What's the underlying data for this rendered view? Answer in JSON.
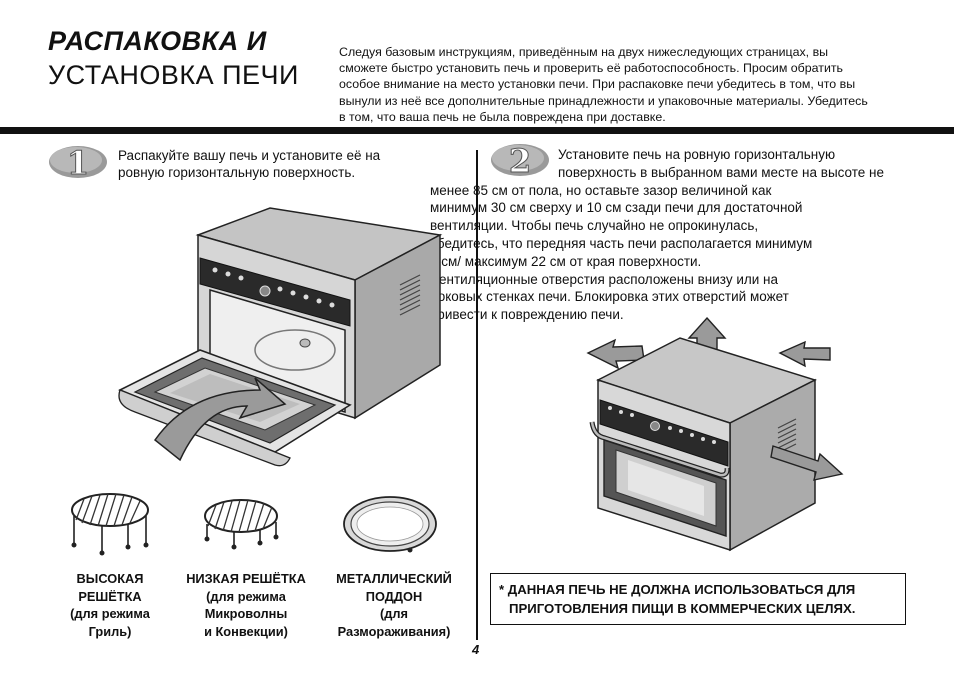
{
  "header": {
    "title_line1": "РАСПАКОВКА И",
    "title_line2": "УСТАНОВКА ПЕЧИ",
    "intro_lines": [
      "Следуя базовым инструкциям, приведённым на двух нижеследующих страницах, вы",
      "сможете быстро установить печь и проверить её работоспособность. Просим обратить",
      "особое внимание на место установки печи. При распаковке печи убедитесь в том, что вы",
      "вынули из неё все дополнительные принадлежности и упаковочные материалы. Убедитесь",
      "в том, что ваша печь не была повреждена при доставке."
    ]
  },
  "step1": {
    "number": "1",
    "text_lines": [
      "Распакуйте вашу печь и установите её на",
      "ровную горизонтальную поверхность."
    ]
  },
  "step2": {
    "number": "2",
    "text_lines": [
      "Установите печь на ровную горизонтальную",
      "поверхность в выбранном вами месте на высоте не",
      "менее 85 см от пола, но оставьте зазор величиной как",
      "минимум 30 см сверху и 10 см сзади печи для достаточной",
      "вентиляции. Чтобы печь случайно не опрокинулась,",
      "убедитесь, что передняя часть печи располагается  минимум",
      "8 см/ максимум 22 см от края поверхности.",
      "Вентиляционные отверстия расположены внизу или на",
      "боковых стенках печи. Блокировка этих отверстий может",
      "привести к повреждению печи."
    ]
  },
  "accessories": [
    {
      "lines": [
        "ВЫСОКАЯ",
        "РЕШЁТКА",
        "(для режима",
        "Гриль)"
      ]
    },
    {
      "lines": [
        "НИЗКАЯ РЕШЁТКА",
        "(для режима",
        "Микроволны",
        "и Конвекции)"
      ]
    },
    {
      "lines": [
        "МЕТАЛЛИЧЕСКИЙ",
        "ПОДДОН",
        "(для",
        "Размораживания)"
      ]
    }
  ],
  "warning": {
    "line1": "* ДАННАЯ ПЕЧЬ НЕ ДОЛЖНА ИСПОЛЬЗОВАТЬСЯ ДЛЯ",
    "line2": "ПРИГОТОВЛЕНИЯ ПИЩИ В КОММЕРЧЕСКИХ ЦЕЛЯХ."
  },
  "page_number": "4"
}
